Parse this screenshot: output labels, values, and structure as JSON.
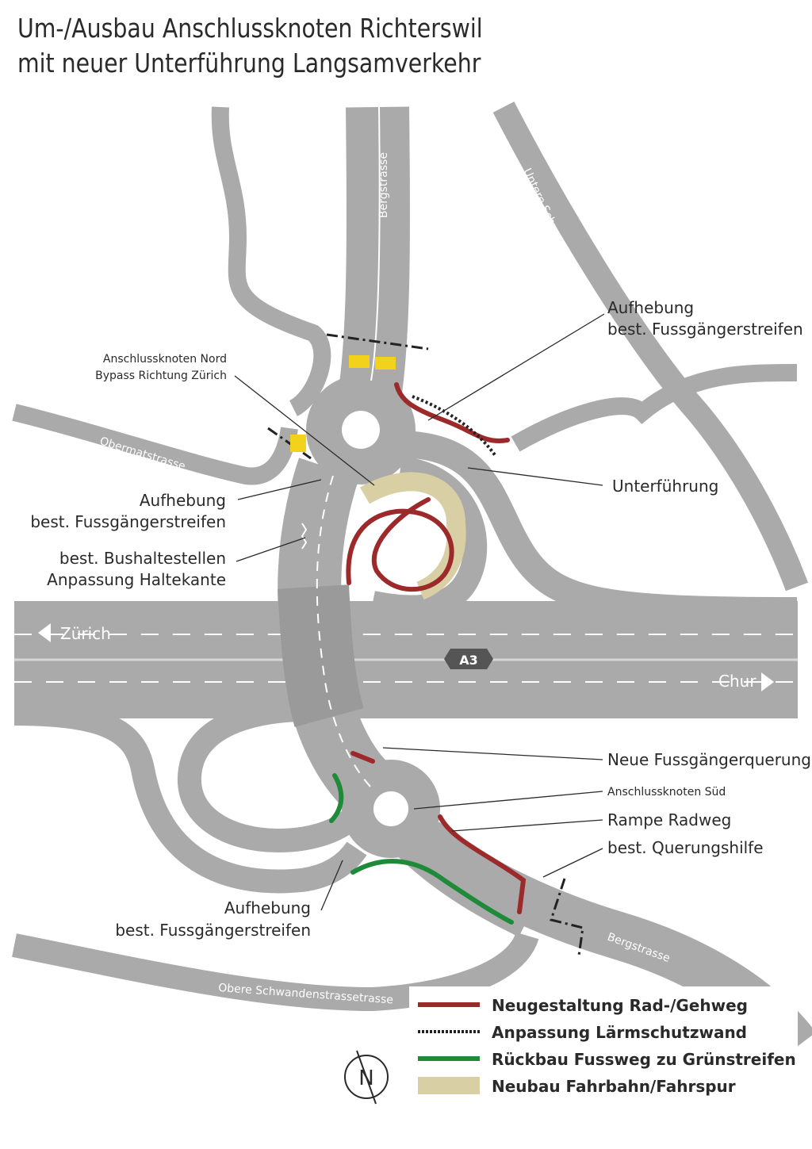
{
  "title": {
    "line1": "Um-/Ausbau Anschlussknoten Richterswil",
    "line2": "mit neuer Unterführung Langsamverkehr"
  },
  "streets": {
    "bergstrasse_north": "Bergstrasse",
    "untere_schwandenstrasse": "Untere Schwandenstrasse",
    "obermatstrasse": "Obermatstrasse",
    "bergstrasse_south": "Bergstrasse",
    "obere_schwandenstrasse": "Obere Schwandenstrassetrasse"
  },
  "motorway": {
    "shield": "A3",
    "west": "Zürich",
    "east": "Chur"
  },
  "annotations": {
    "knoten_nord": [
      "Anschlussknoten Nord",
      "Bypass Richtung Zürich"
    ],
    "aufhebung_ne": [
      "Aufhebung",
      "best. Fussgängerstreifen"
    ],
    "unterfuehrung": "Unterführung",
    "aufhebung_w": [
      "Aufhebung",
      "best. Fussgängerstreifen"
    ],
    "bushalt": [
      "best. Bushaltestellen",
      "Anpassung Haltekante"
    ],
    "neue_querung": "Neue Fussgängerquerung",
    "knoten_sued": "Anschlussknoten Süd",
    "rampe": "Rampe Radweg",
    "querungshilfe": "best. Querungshilfe",
    "aufhebung_s": [
      "Aufhebung",
      "best. Fussgängerstreifen"
    ]
  },
  "legend": [
    {
      "label": "Neugestaltung Rad-/Gehweg",
      "color": "#9c2a2b",
      "style": "solid-line"
    },
    {
      "label": "Anpassung Lärmschutzwand",
      "color": "#222222",
      "style": "dashed-line"
    },
    {
      "label": "Rückbau Fussweg zu Grünstreifen",
      "color": "#1f8a3a",
      "style": "solid-line"
    },
    {
      "label": "Neubau Fahrbahn/Fahrspur",
      "color": "#d8cfa4",
      "style": "band"
    }
  ],
  "north_arrow": "N",
  "colors": {
    "road": "#aaaaaa",
    "road_edge": "#d2d2d2",
    "red_path": "#9c2a2b",
    "green_path": "#1f8a3a",
    "new_lane": "#d8cfa4",
    "crossing_yellow": "#f2d21b"
  }
}
